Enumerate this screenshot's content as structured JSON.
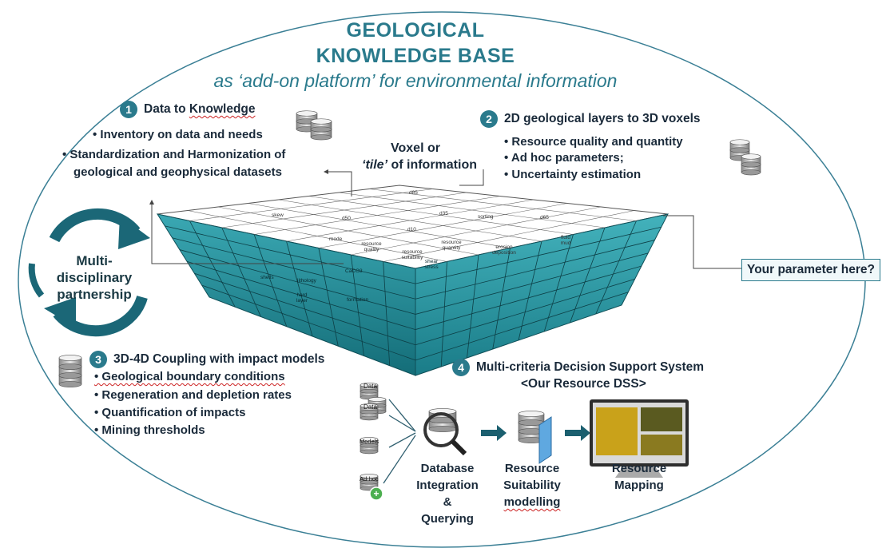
{
  "header": {
    "line1": "GEOLOGICAL",
    "line2": "KNOWLEDGE BASE",
    "subtitle": "as ‘add-on platform’ for environmental information"
  },
  "section1": {
    "number": "1",
    "title_a": "Data to ",
    "title_b": "Knowledge",
    "bullet1": "• Inventory on data and needs",
    "bullet2a": "• Standardization and Harmonization of",
    "bullet2b": "geological and geophysical datasets"
  },
  "section2": {
    "number": "2",
    "title": "2D geological layers to 3D voxels",
    "bullets": [
      "• Resource quality and quantity",
      "• Ad hoc parameters;",
      "• Uncertainty estimation"
    ]
  },
  "voxel": {
    "line1": "Voxel or",
    "tile_word": "‘tile’",
    "line2_rest": " of information"
  },
  "partnership": {
    "lines": [
      "Multi-",
      "disciplinary",
      "partnership"
    ]
  },
  "your_parameter": "Your parameter here?",
  "cube_labels": {
    "d85": "d85",
    "skew": "skew",
    "d50": "d50",
    "d35": "d35",
    "sorting": "sorting",
    "d65": "d65",
    "d10": "d10",
    "mode": "mode",
    "resource_quality": "resource quality",
    "resource_suitability": "resource suitability",
    "resource_quantity": "resource quantity",
    "erosion_deposition": "erosion deposition",
    "fluid_mud": "fluid mud",
    "shells": "shells",
    "lithology": "lithology",
    "caco3": "CaCO3",
    "hard_layer": "hard layer",
    "formation": "formation",
    "shear_stress": "shear stress"
  },
  "section3": {
    "number": "3",
    "title": "3D-4D Coupling with impact models",
    "bullets": [
      "• Geological boundary conditions",
      "• Regeneration and depletion rates",
      "• Quantification of impacts",
      "• Mining thresholds"
    ]
  },
  "section4": {
    "number": "4",
    "title": "Multi-criteria Decision Support System",
    "subtitle": "<Our Resource DSS>"
  },
  "db_icons": {
    "data1": "Data",
    "data2": "Data",
    "models": "Models",
    "adhoc": "Ad-hoc"
  },
  "workflow": {
    "step1": [
      "Database",
      "Integration",
      "&",
      "Querying"
    ],
    "step2": [
      "Resource",
      "Suitability",
      "modelling"
    ],
    "step3": [
      "Resource",
      "Mapping"
    ]
  },
  "colors": {
    "teal": "#2a7a8c",
    "cube_side": "#1e8c99",
    "text_dark": "#1a2a3a"
  }
}
